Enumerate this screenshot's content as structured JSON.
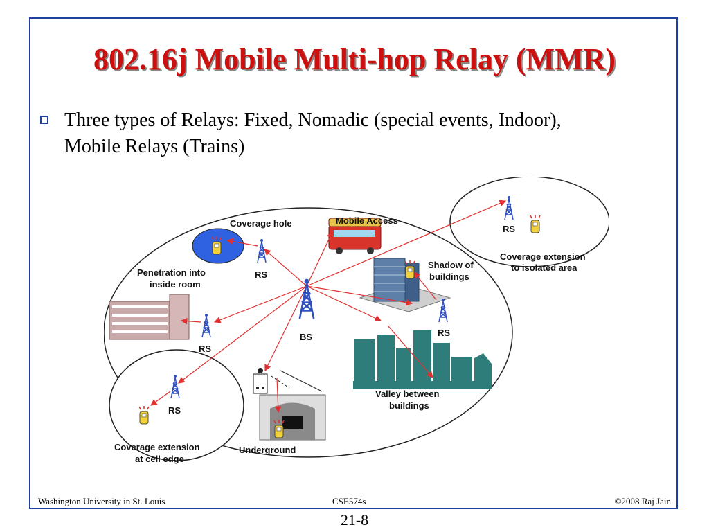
{
  "slide": {
    "title": "802.16j Mobile Multi-hop Relay (MMR)",
    "bullet": "Three types of Relays: Fixed, Nomadic (special events, Indoor), Mobile Relays (Trains)"
  },
  "diagram": {
    "labels": {
      "coverage_hole": "Coverage hole",
      "mobile_access": "Mobile Access",
      "penetration": "Penetration into",
      "penetration2": "inside room",
      "rs_top": "RS",
      "rs_left": "RS",
      "rs_bottom_left": "RS",
      "rs_right": "RS",
      "rs_isolated": "RS",
      "bs": "BS",
      "shadow": "Shadow of",
      "shadow2": "buildings",
      "coverage_ext_iso": "Coverage extension",
      "coverage_ext_iso2": "to isolated area",
      "valley": "Valley between",
      "valley2": "buildings",
      "coverage_edge": "Coverage extension",
      "coverage_edge2": "at cell edge",
      "underground": "Underground"
    }
  },
  "footer": {
    "left": "Washington University in St. Louis",
    "center": "CSE574s",
    "right": "©2008 Raj Jain",
    "page": "21-8"
  }
}
